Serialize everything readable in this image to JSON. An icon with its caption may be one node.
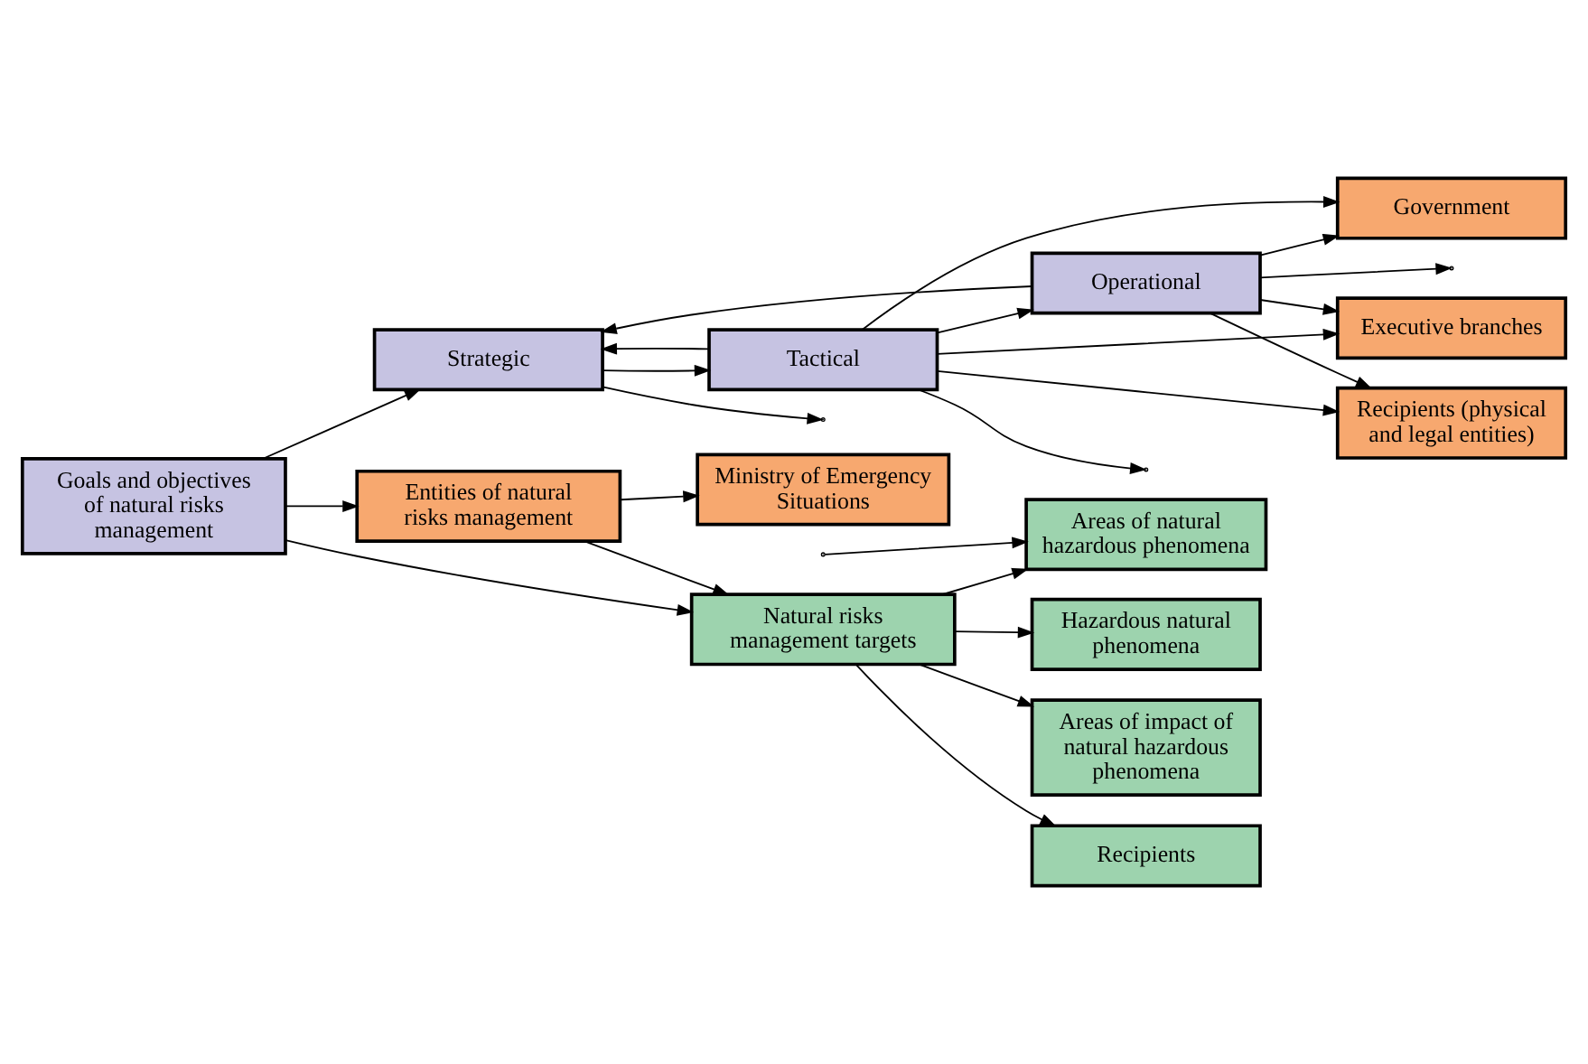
{
  "diagram": {
    "nodes": [
      {
        "text": [
          "Goals and objectives of natural risks management"
        ]
      },
      {
        "text": [
          "Strategic"
        ]
      },
      {
        "text": [
          "Tactical"
        ]
      },
      {
        "text": [
          "Operational"
        ]
      },
      {
        "text": [
          "Entities of natural risks management"
        ]
      },
      {
        "text": [
          "Government"
        ]
      },
      {
        "text": [
          "Ministry of Emergency Situations"
        ]
      },
      {
        "text": [
          "Executive branches"
        ]
      },
      {
        "text": [
          "Recipients (physical and legal entities)"
        ]
      },
      {
        "text": [
          "Natural risks management targets"
        ]
      },
      {
        "text": [
          "Areas of natural hazardous phenomena"
        ]
      },
      {
        "text": [
          "Hazardous natural phenomena"
        ]
      },
      {
        "text": [
          "Areas of impact of natural hazardous phenomena"
        ]
      },
      {
        "text": [
          "Recipients"
        ]
      }
    ],
    "edges": [
      {
        "from": 0,
        "to": 4,
        "arrow": "to"
      },
      {
        "from": 0,
        "to": 9,
        "arrow": "to"
      },
      {
        "from": 0,
        "to": 1,
        "arrow": "to"
      },
      {
        "from": 1,
        "to": 2,
        "arrow": "to"
      },
      {
        "from": 2,
        "to": 3,
        "arrow": "to"
      },
      {
        "from": 4,
        "to": 9,
        "arrow": "to"
      },
      {
        "from": 4,
        "to": 6,
        "arrow": "to"
      },
      {
        "from": 2,
        "to": 1,
        "arrow": "to"
      },
      {
        "from": 3,
        "to": 1,
        "arrow": "to"
      },
      {
        "from": 2,
        "to": 5,
        "arrow": "to"
      },
      {
        "from": 3,
        "to": 5,
        "arrow": "to"
      },
      {
        "from": 2,
        "to": 7,
        "arrow": "to"
      },
      {
        "from": 3,
        "to": 7,
        "arrow": "to"
      },
      {
        "from": 2,
        "to": 8,
        "arrow": "to"
      },
      {
        "from": 3,
        "to": 8,
        "arrow": "to"
      },
      {
        "from": 9,
        "to": 10,
        "arrow": "to"
      },
      {
        "from": 9,
        "to": 11,
        "arrow": "to"
      },
      {
        "from": 9,
        "to": 12,
        "arrow": "to"
      },
      {
        "from": 9,
        "to": 13,
        "arrow": "to"
      },
      {
        "from": 1,
        "to": null,
        "arrow": "to"
      },
      {
        "from": 2,
        "to": null,
        "arrow": "to"
      },
      {
        "from": 3,
        "to": null,
        "arrow": "to"
      },
      {
        "from": null,
        "to": 10,
        "arrow": "to"
      }
    ]
  }
}
